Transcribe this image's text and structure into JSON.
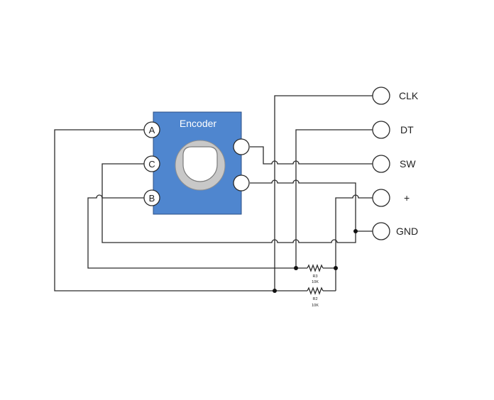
{
  "encoder": {
    "title": "Encoder",
    "body_color": "#4f86cf",
    "pins": [
      "A",
      "C",
      "B"
    ]
  },
  "terminals": [
    "CLK",
    "DT",
    "SW",
    "+",
    "GND"
  ],
  "resistors": [
    {
      "ref": "R3",
      "value": "10K"
    },
    {
      "ref": "R2",
      "value": "10K"
    }
  ]
}
